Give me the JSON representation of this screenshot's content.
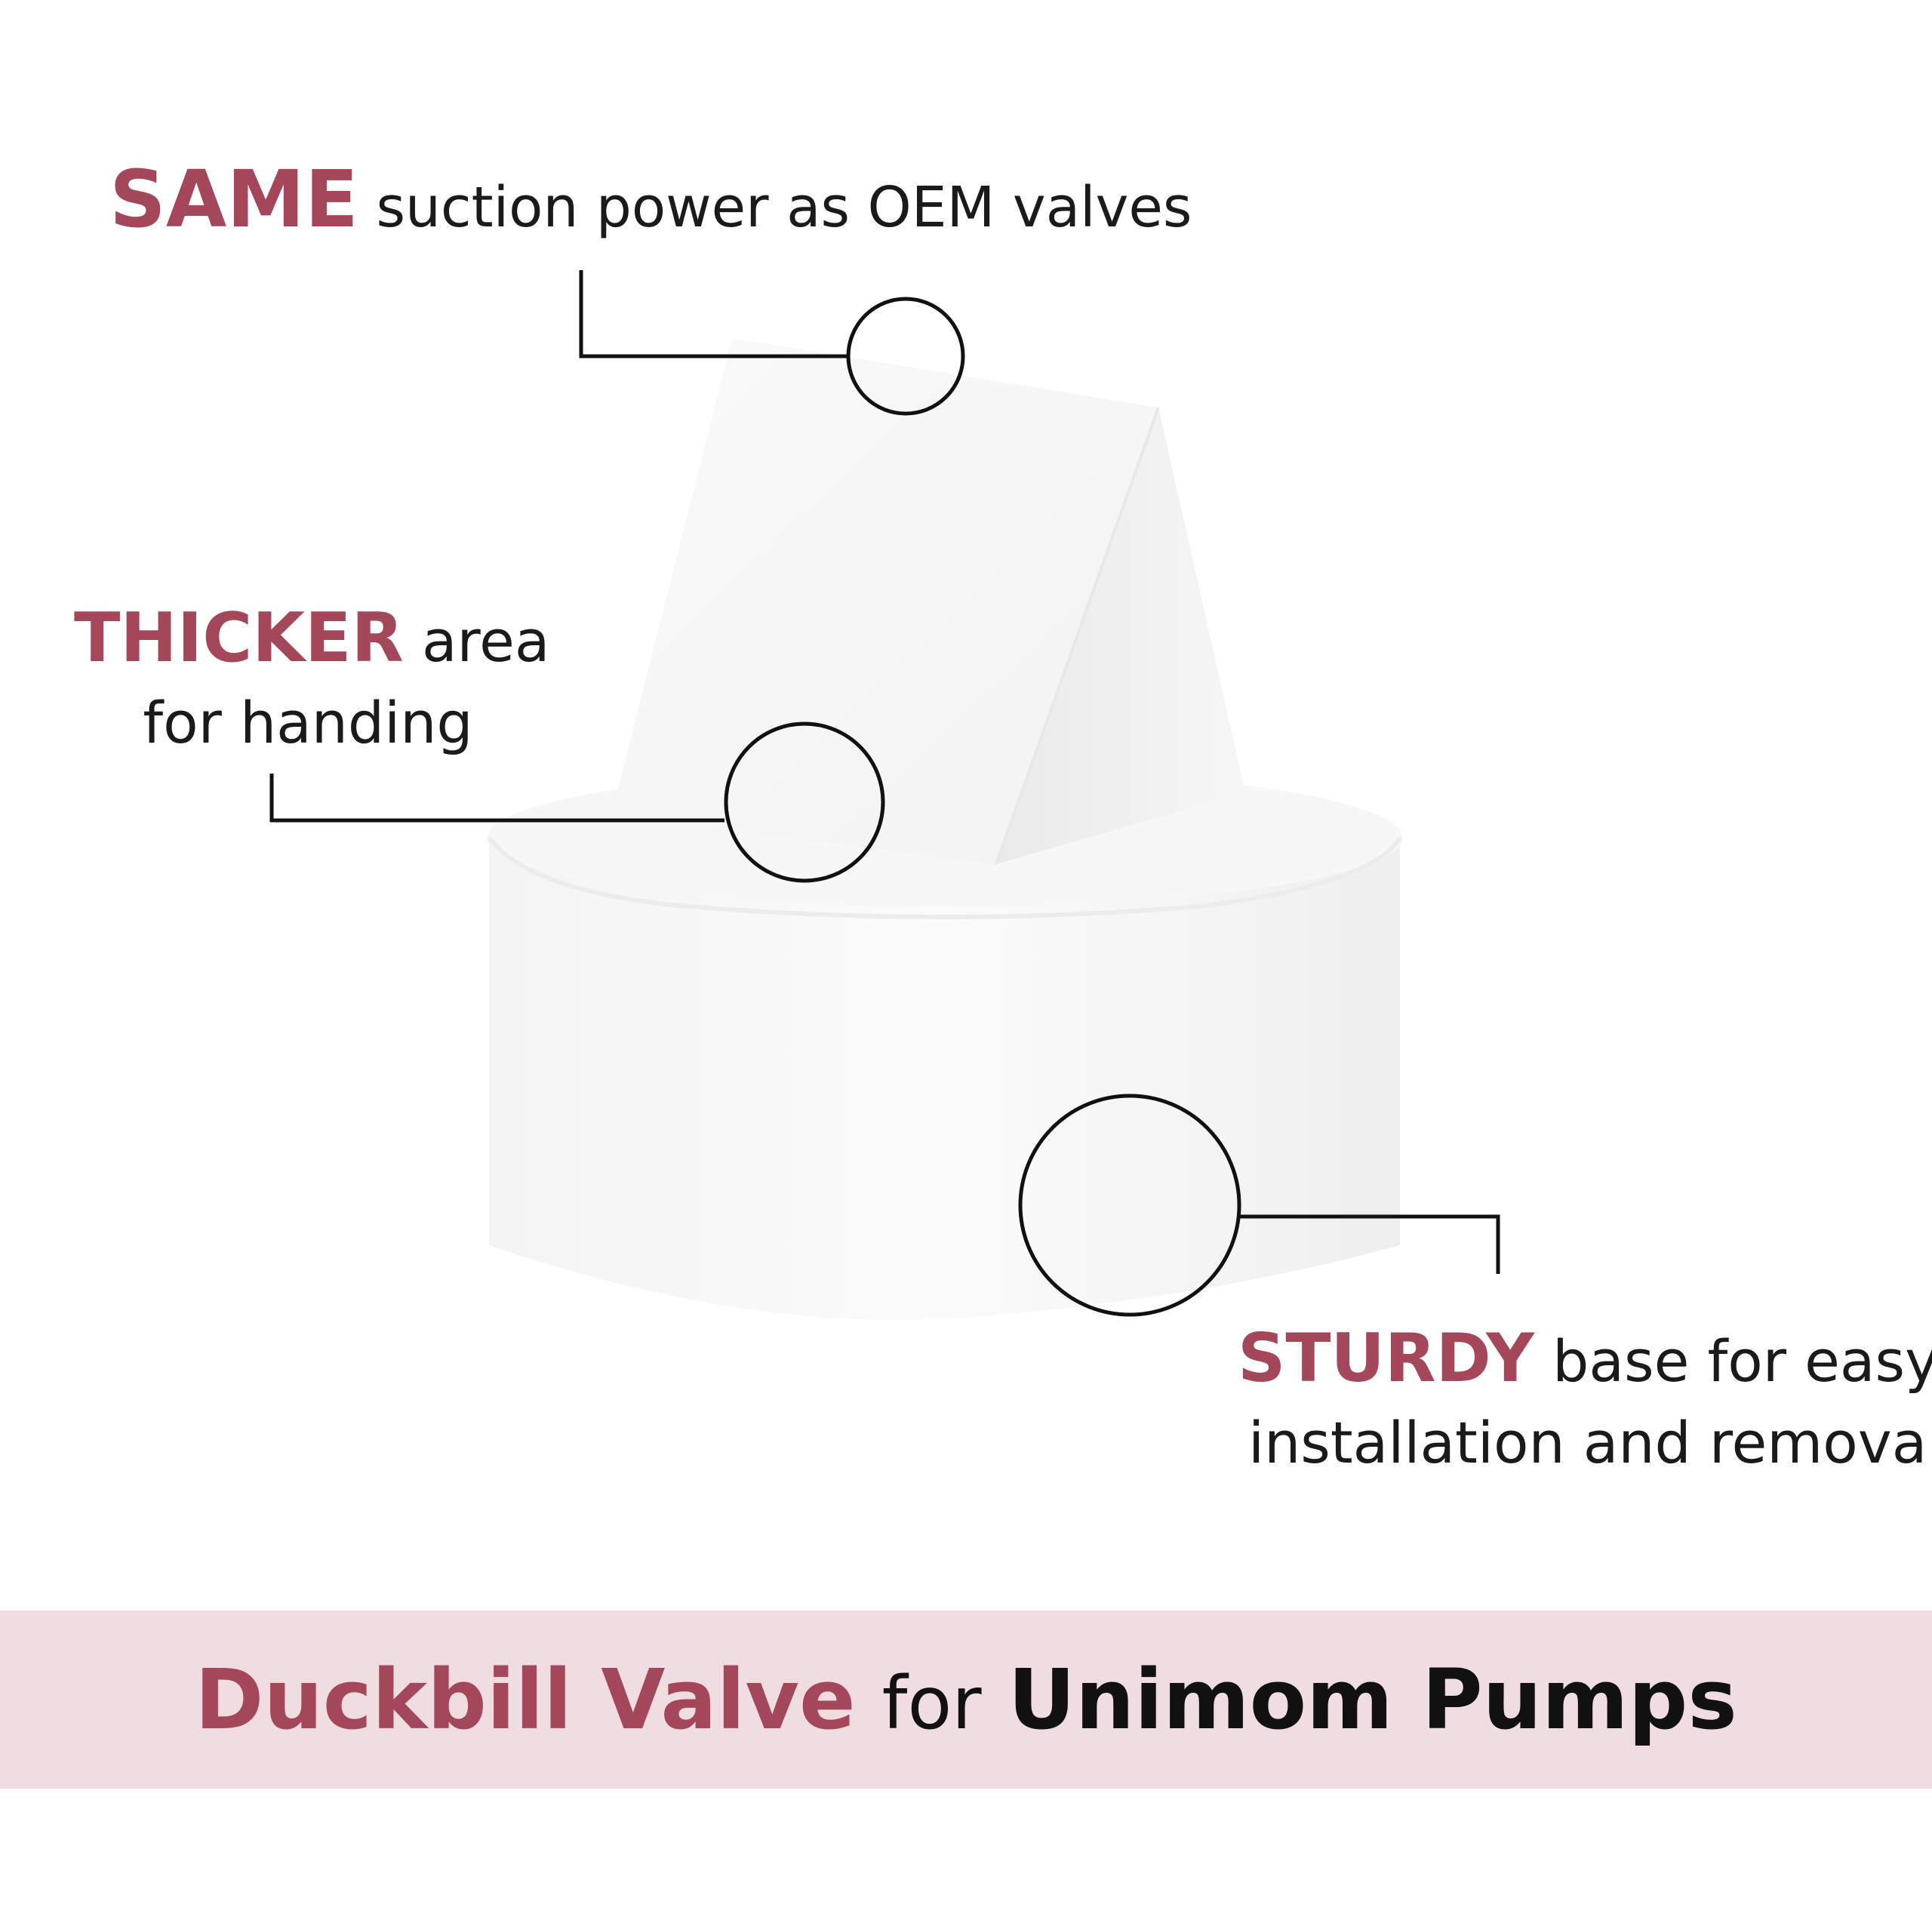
{
  "features": [
    {
      "highlight": "SAME",
      "text": "suction power as OEM valves"
    },
    {
      "highlight": "THICKER",
      "text": "area",
      "text2": "for handing"
    },
    {
      "highlight": "STURDY",
      "text": "base for easy",
      "text2": "installation and removal"
    }
  ],
  "banner": {
    "highlight": "Duckbill Valve",
    "middle": "for",
    "end": "Unimom Pumps"
  },
  "colors": {
    "accent": "#a5475a",
    "banner_bg": "#f0dde1",
    "text": "#1a1a1a"
  }
}
